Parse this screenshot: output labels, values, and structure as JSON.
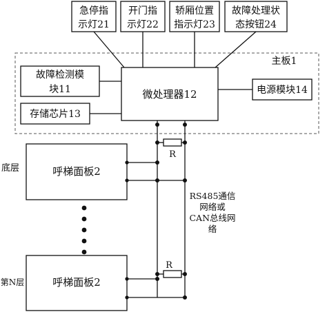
{
  "indicators": [
    {
      "line1": "急停指",
      "line2": "示灯21"
    },
    {
      "line1": "开门指",
      "line2": "示灯22"
    },
    {
      "line1": "轿厢位置",
      "line2": "指示灯23"
    },
    {
      "line1": "故障处理状",
      "line2": "态按钮24"
    }
  ],
  "mainboard": {
    "label": "主板1",
    "fault_detect": {
      "line1": "故障检测模",
      "line2": "块11"
    },
    "storage": "存储芯片13",
    "cpu": "微处理器12",
    "power": "电源模块14"
  },
  "panels": {
    "bottom_label": "底层",
    "top_label": "第N层",
    "panel_name_1": "呼梯面板2",
    "panel_name_2": "呼梯面板2"
  },
  "resistor_label": "R",
  "network": {
    "line1": "RS485通信",
    "line2": "网络或",
    "line3": "CAN总线网",
    "line4": "络"
  }
}
